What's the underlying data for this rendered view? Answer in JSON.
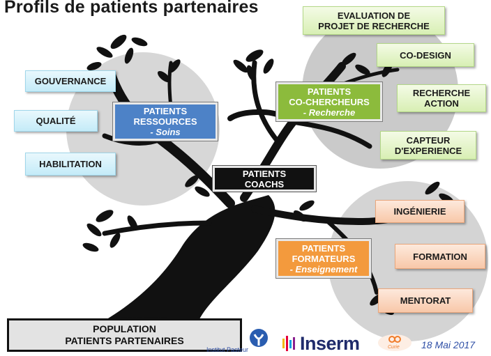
{
  "title": "Profils de patients partenaires",
  "left_labels": [
    "GOUVERNANCE",
    "QUALITÉ",
    "HABILITATION"
  ],
  "ressources": {
    "line1": "PATIENTS",
    "line2": "RESSOURCES",
    "sub": "- Soins"
  },
  "chercheurs": {
    "line1": "PATIENTS",
    "line2": "CO-CHERCHEURS",
    "sub": "- Recherche"
  },
  "coachs": {
    "line1": "PATIENTS",
    "line2": "COACHS"
  },
  "formateurs": {
    "line1": "PATIENTS",
    "line2": "FORMATEURS",
    "sub": "- Enseignement"
  },
  "right_green": {
    "evaluation1": "EVALUATION DE",
    "evaluation2": "PROJET DE RECHERCHE",
    "codesign": "CO-DESIGN",
    "recherche1": "RECHERCHE",
    "recherche2": "ACTION",
    "capteur1": "CAPTEUR",
    "capteur2": "D'EXPERIENCE"
  },
  "right_orange": [
    "INGÉNIERIE",
    "FORMATION",
    "MENTORAT"
  ],
  "population": {
    "line1": "POPULATION",
    "line2": "PATIENTS PARTENAIRES"
  },
  "footer": {
    "pasteur": "Institut Pasteur",
    "inserm": "Inserm",
    "curie": "Curie",
    "date": "18 Mai 2017"
  },
  "colors": {
    "blue": "#4d82c7",
    "green": "#8cbb3c",
    "orange": "#f39a3d",
    "black": "#111111"
  }
}
